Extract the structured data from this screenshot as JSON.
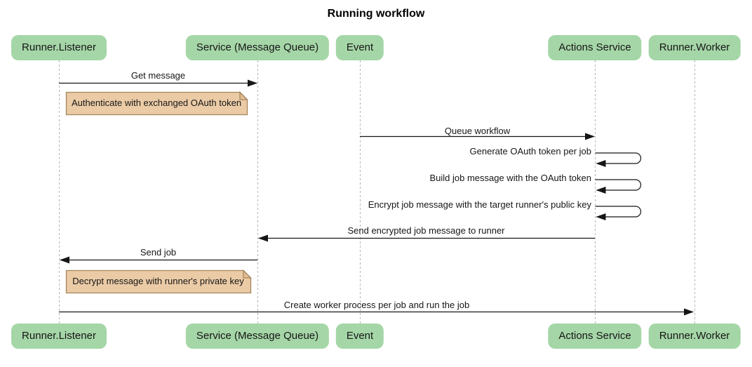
{
  "title": "Running workflow",
  "colors": {
    "participant_fill": "#a5d6a7",
    "note_fill": "#ebcba6",
    "note_border": "#a3865e",
    "lifeline": "#b4b4b4",
    "message_line": "#161616",
    "text": "#161616"
  },
  "participants": [
    {
      "label": "Runner.Listener"
    },
    {
      "label": "Service (Message Queue)"
    },
    {
      "label": "Event"
    },
    {
      "label": "Actions Service"
    },
    {
      "label": "Runner.Worker"
    }
  ],
  "messages": [
    {
      "label": "Get message",
      "from": "Runner.Listener",
      "to": "Service (Message Queue)",
      "type": "arrow"
    },
    {
      "label": "Queue workflow",
      "from": "Event",
      "to": "Actions Service",
      "type": "arrow"
    },
    {
      "label": "Generate OAuth token per job",
      "from": "Actions Service",
      "to": "Actions Service",
      "type": "self"
    },
    {
      "label": "Build job message with the OAuth token",
      "from": "Actions Service",
      "to": "Actions Service",
      "type": "self"
    },
    {
      "label": "Encrypt job message with the target runner's public key",
      "from": "Actions Service",
      "to": "Actions Service",
      "type": "self"
    },
    {
      "label": "Send encrypted job message to runner",
      "from": "Actions Service",
      "to": "Service (Message Queue)",
      "type": "arrow"
    },
    {
      "label": "Send job",
      "from": "Service (Message Queue)",
      "to": "Runner.Listener",
      "type": "arrow"
    },
    {
      "label": "Create worker process per job and run the job",
      "from": "Runner.Listener",
      "to": "Runner.Worker",
      "type": "arrow"
    }
  ],
  "notes": [
    {
      "label": "Authenticate with exchanged OAuth token",
      "anchor": "Runner.Listener"
    },
    {
      "label": "Decrypt message with runner's private key",
      "anchor": "Runner.Listener"
    }
  ]
}
